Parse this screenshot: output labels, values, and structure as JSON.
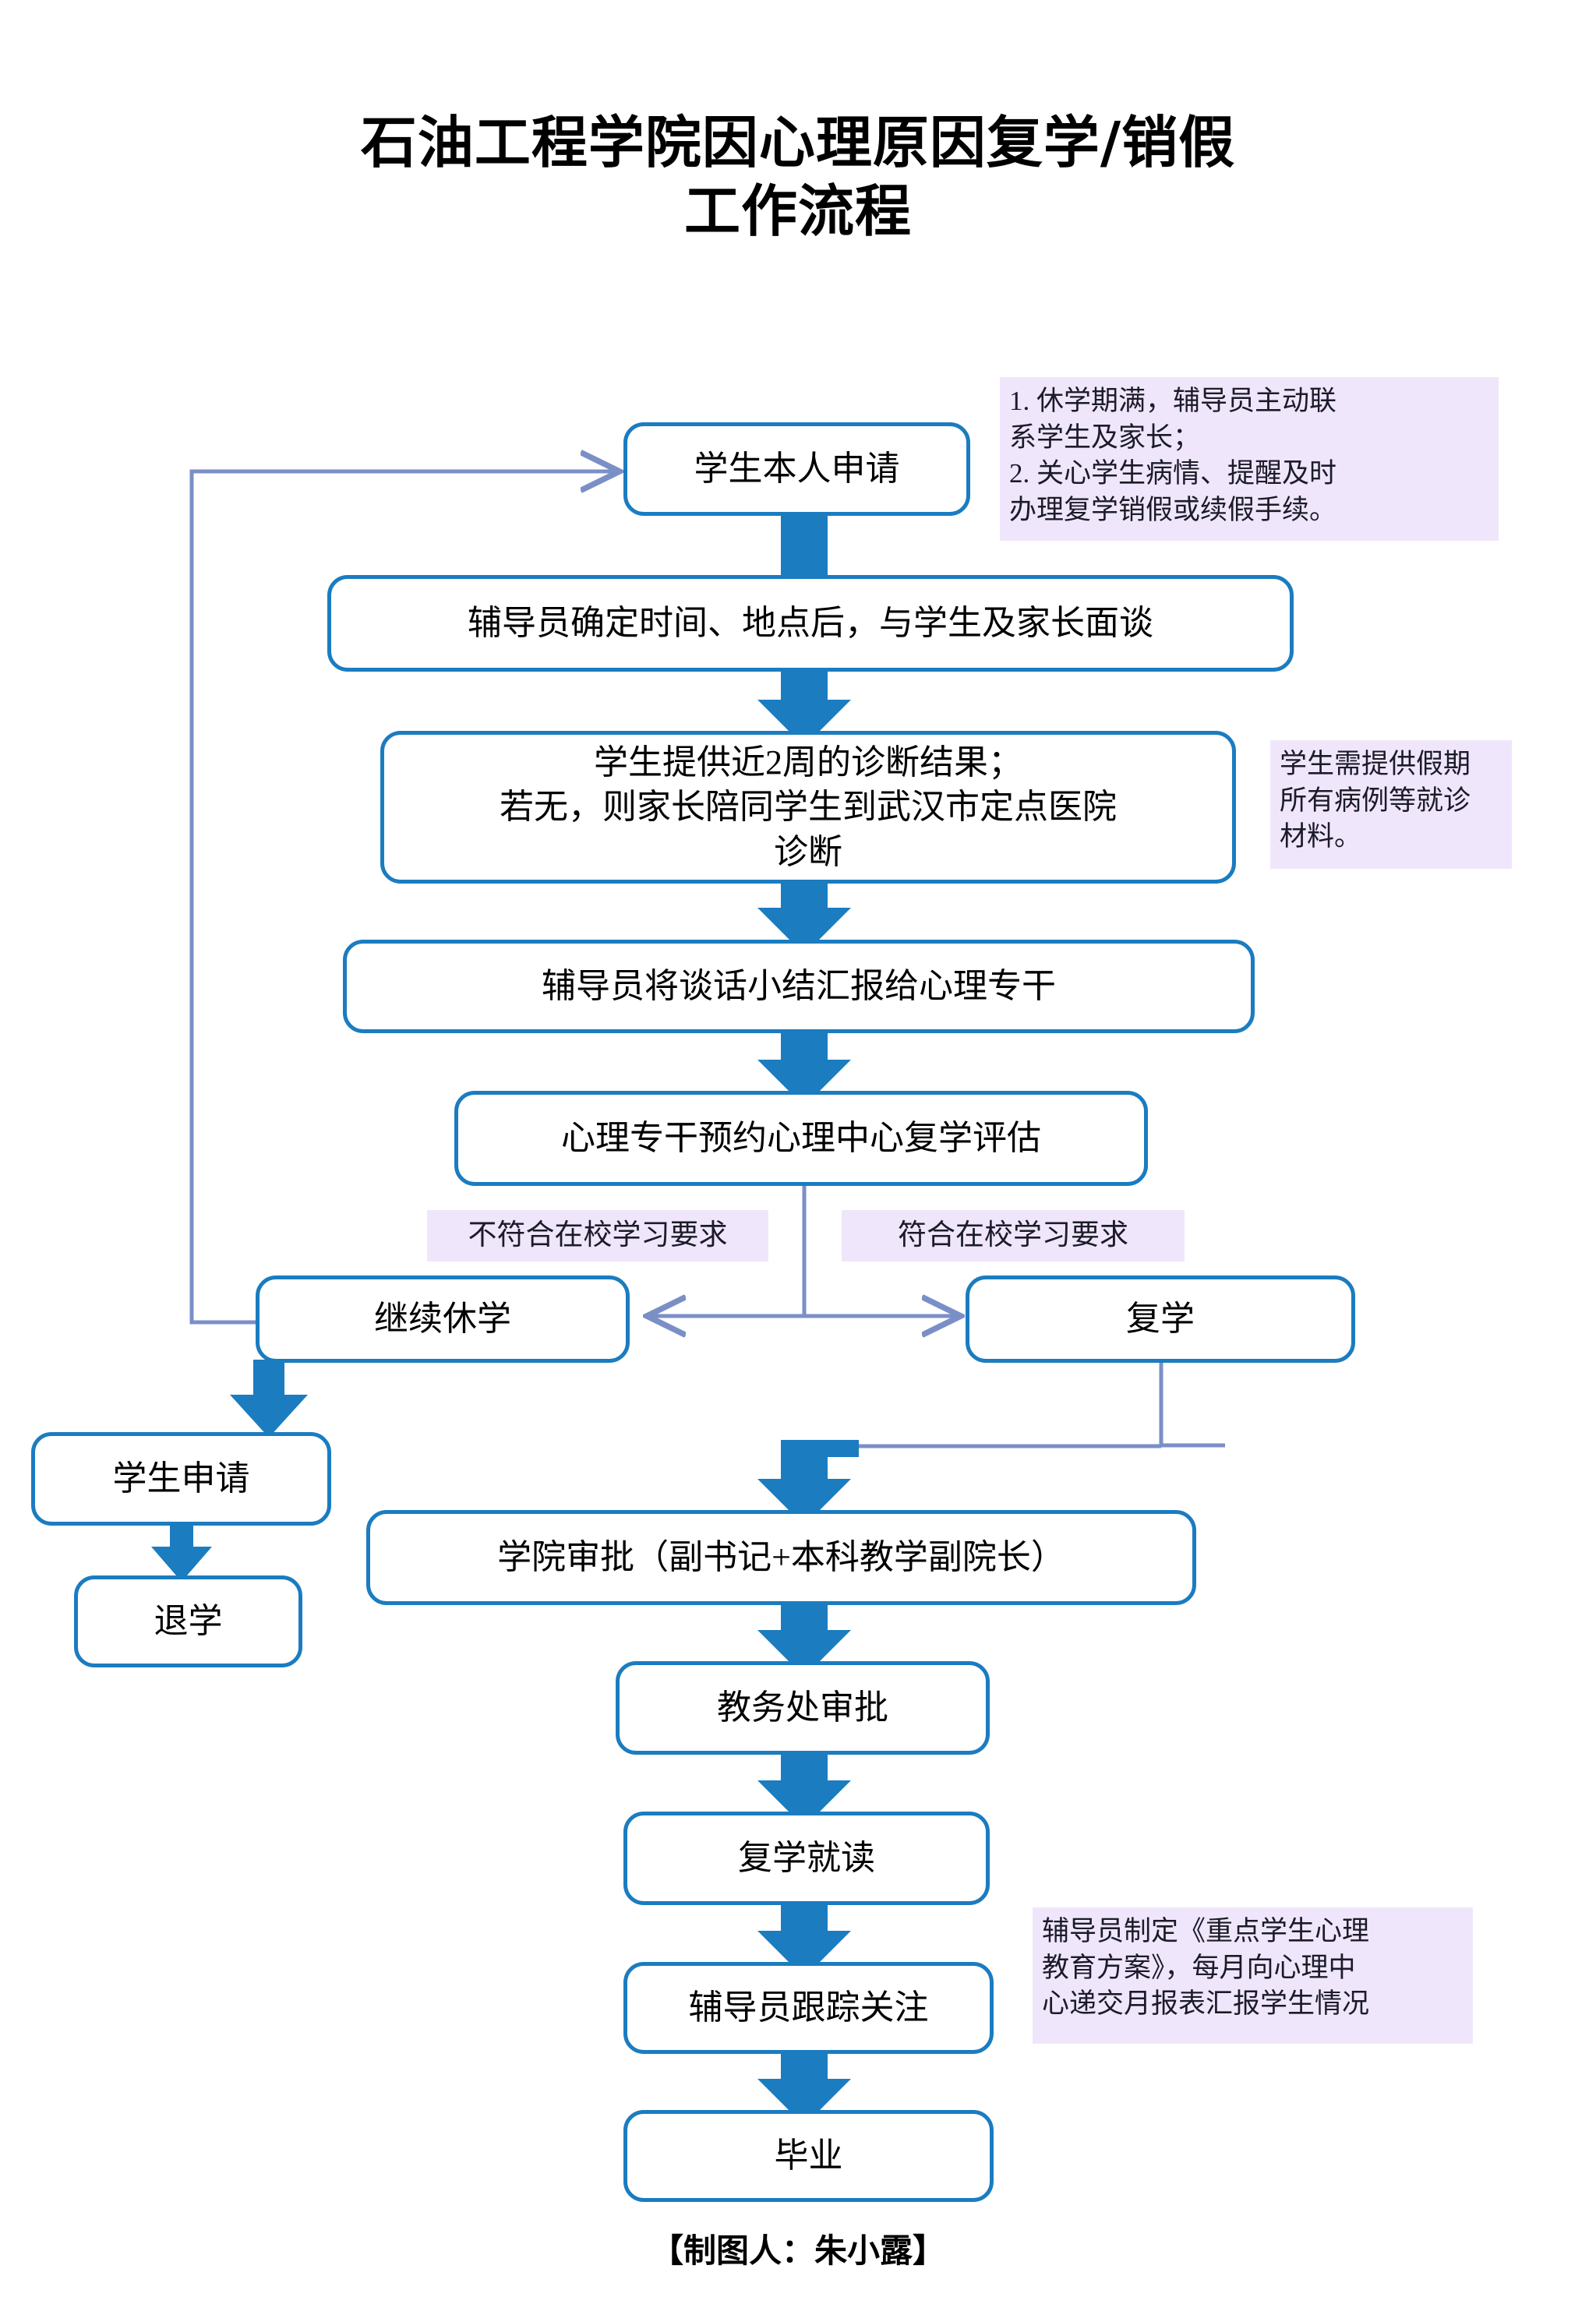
{
  "page": {
    "title": "石油工程学院因心理原因复学/销假\n工作流程",
    "footer": "【制图人：朱小露】",
    "accent_color": "#1B7CC0",
    "note_background": "#F0E6FB",
    "thin_line_color": "#7B8FC7",
    "background": "#FFFFFF"
  },
  "flowchart": {
    "type": "flowchart",
    "nodes": [
      {
        "id": "apply",
        "label": "学生本人申请"
      },
      {
        "id": "interview",
        "label": "辅导员确定时间、地点后，与学生及家长面谈"
      },
      {
        "id": "diagnosis",
        "label": "学生提供近2周的诊断结果；\n若无，则家长陪同学生到武汉市定点医院\n诊断"
      },
      {
        "id": "report",
        "label": "辅导员将谈话小结汇报给心理专干"
      },
      {
        "id": "assessment",
        "label": "心理专干预约心理中心复学评估"
      },
      {
        "id": "continue-leave",
        "label": "继续休学"
      },
      {
        "id": "resume",
        "label": "复学"
      },
      {
        "id": "student-apply",
        "label": "学生申请"
      },
      {
        "id": "withdraw",
        "label": "退学"
      },
      {
        "id": "college-approval",
        "label": "学院审批（副书记+本科教学副院长）"
      },
      {
        "id": "academic-approval",
        "label": "教务处审批"
      },
      {
        "id": "resume-study",
        "label": "复学就读"
      },
      {
        "id": "follow-up",
        "label": "辅导员跟踪关注"
      },
      {
        "id": "graduate",
        "label": "毕业"
      }
    ],
    "branch_labels": [
      {
        "id": "not-qualified",
        "label": "不符合在校学习要求"
      },
      {
        "id": "qualified",
        "label": "符合在校学习要求"
      }
    ],
    "notes": [
      {
        "id": "note-contact",
        "label": "1. 休学期满，辅导员主动联\n系学生及家长；\n2. 关心学生病情、提醒及时\n办理复学销假或续假手续。"
      },
      {
        "id": "note-materials",
        "label": "学生需提供假期\n所有病例等就诊\n材料。"
      },
      {
        "id": "note-plan",
        "label": "辅导员制定《重点学生心理\n教育方案》，每月向心理中\n心递交月报表汇报学生情况"
      }
    ],
    "edges": [
      {
        "from": "apply",
        "to": "interview",
        "style": "block-arrow"
      },
      {
        "from": "interview",
        "to": "diagnosis",
        "style": "block-arrow"
      },
      {
        "from": "diagnosis",
        "to": "report",
        "style": "block-arrow"
      },
      {
        "from": "report",
        "to": "assessment",
        "style": "block-arrow"
      },
      {
        "from": "assessment",
        "to": "continue-leave",
        "style": "thin-arrow",
        "label": "不符合在校学习要求"
      },
      {
        "from": "assessment",
        "to": "resume",
        "style": "thin-arrow",
        "label": "符合在校学习要求"
      },
      {
        "from": "continue-leave",
        "to": "apply",
        "style": "thin-loop"
      },
      {
        "from": "continue-leave",
        "to": "student-apply",
        "style": "block-arrow"
      },
      {
        "from": "student-apply",
        "to": "withdraw",
        "style": "block-arrow"
      },
      {
        "from": "resume",
        "to": "college-approval",
        "style": "block-elbow"
      },
      {
        "from": "college-approval",
        "to": "academic-approval",
        "style": "block-arrow"
      },
      {
        "from": "academic-approval",
        "to": "resume-study",
        "style": "block-arrow"
      },
      {
        "from": "resume-study",
        "to": "follow-up",
        "style": "block-arrow"
      },
      {
        "from": "follow-up",
        "to": "graduate",
        "style": "block-arrow"
      }
    ]
  }
}
